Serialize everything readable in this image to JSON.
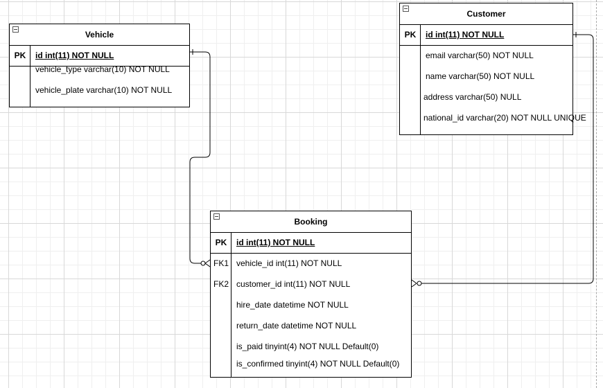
{
  "entities": {
    "vehicle": {
      "title": "Vehicle",
      "pk_label": "PK",
      "pk_field": "id int(11) NOT NULL",
      "fields": [
        {
          "key": "",
          "text": "vehicle_type varchar(10) NOT NULL"
        },
        {
          "key": "",
          "text": "vehicle_plate varchar(10) NOT NULL"
        }
      ]
    },
    "customer": {
      "title": "Customer",
      "pk_label": "PK",
      "pk_field": "id int(11) NOT NULL",
      "fields": [
        {
          "key": "",
          "text": "email varchar(50) NOT NULL"
        },
        {
          "key": "",
          "text": "name varchar(50) NOT NULL"
        },
        {
          "key": "",
          "text": "address varchar(50) NULL"
        },
        {
          "key": "",
          "text": "national_id varchar(20) NOT NULL UNIQUE"
        }
      ]
    },
    "booking": {
      "title": "Booking",
      "pk_label": "PK",
      "pk_field": "id int(11) NOT NULL",
      "fields": [
        {
          "key": "FK1",
          "text": "vehicle_id int(11) NOT NULL"
        },
        {
          "key": "FK2",
          "text": "customer_id int(11) NOT NULL"
        },
        {
          "key": "",
          "text": "hire_date datetime NOT NULL"
        },
        {
          "key": "",
          "text": "return_date datetime NOT NULL"
        },
        {
          "key": "",
          "text": "is_paid tinyint(4) NOT NULL Default(0)"
        },
        {
          "key": "",
          "text": "is_confirmed tinyint(4) NOT NULL Default(0)"
        }
      ]
    }
  },
  "relations": [
    {
      "from": "vehicle.id",
      "to": "booking.vehicle_id",
      "from_end": "one",
      "to_end": "zero-or-many"
    },
    {
      "from": "customer.id",
      "to": "booking.customer_id",
      "from_end": "one",
      "to_end": "zero-or-many"
    }
  ]
}
